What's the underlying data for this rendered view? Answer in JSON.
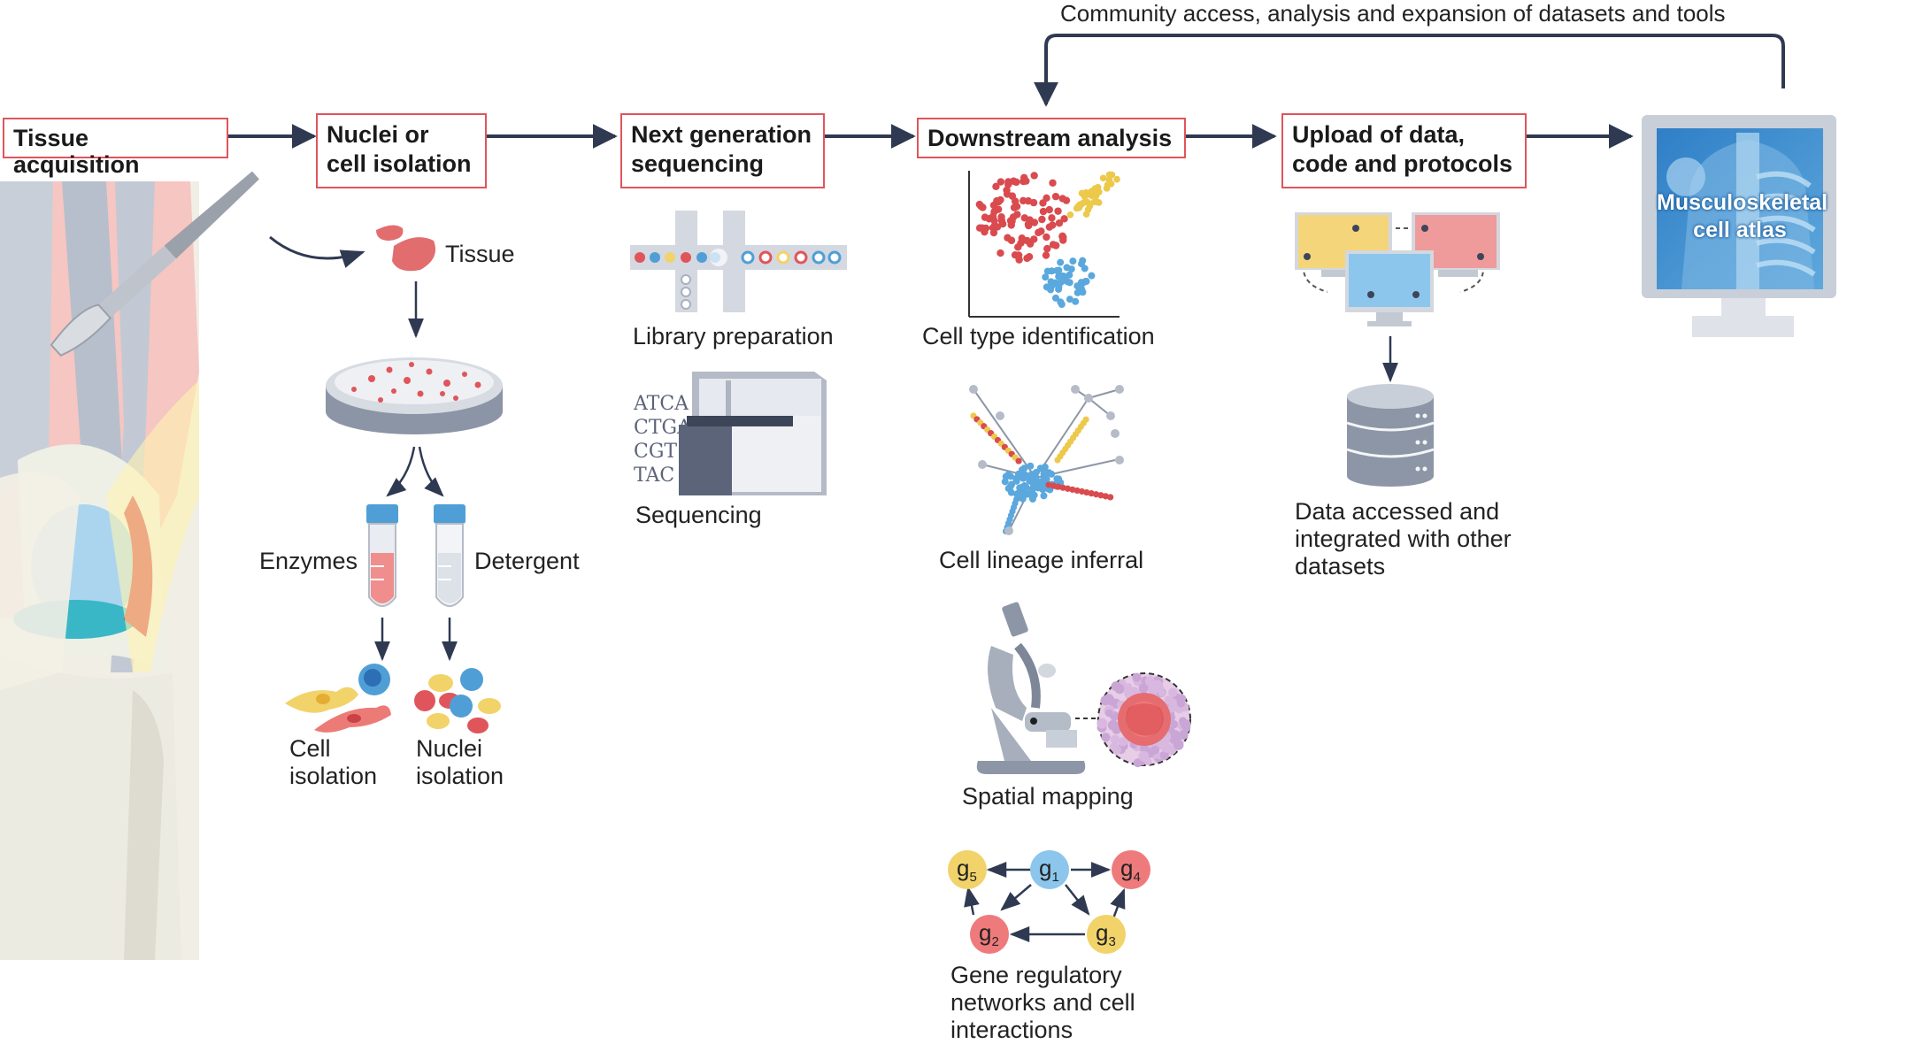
{
  "feedback_label": "Community access, analysis and expansion of datasets and tools",
  "steps": [
    {
      "line1": "Tissue acquisition",
      "line2": ""
    },
    {
      "line1": "Nuclei or",
      "line2": "cell isolation"
    },
    {
      "line1": "Next generation",
      "line2": "sequencing"
    },
    {
      "line1": "Downstream analysis",
      "line2": ""
    },
    {
      "line1": "Upload of data,",
      "line2": "code and protocols"
    }
  ],
  "isolation": {
    "tissue": "Tissue",
    "enzymes": "Enzymes",
    "detergent": "Detergent",
    "cell_iso": [
      "Cell",
      "isolation"
    ],
    "nuclei_iso": [
      "Nuclei",
      "isolation"
    ]
  },
  "sequencing": {
    "library": "Library preparation",
    "sequencing": "Sequencing",
    "dna": [
      "ATCA",
      "CTGA",
      "CGT",
      "TAC"
    ]
  },
  "analysis": {
    "cell_type": "Cell type identification",
    "lineage": "Cell lineage inferral",
    "spatial": "Spatial mapping",
    "grn": [
      "Gene regulatory",
      "networks and cell",
      "interactions"
    ],
    "genes": [
      "g",
      "1",
      "2",
      "3",
      "4",
      "5"
    ]
  },
  "upload": {
    "accessed": [
      "Data accessed and",
      "integrated with other",
      "datasets"
    ]
  },
  "atlas": {
    "title": [
      "Musculoskeletal",
      "cell atlas"
    ]
  },
  "colors": {
    "accent_red": "#e0555b",
    "arrow": "#2f3a52",
    "blue": "#5aa8dd",
    "yellow": "#ecc94b",
    "red": "#d94b4f"
  }
}
